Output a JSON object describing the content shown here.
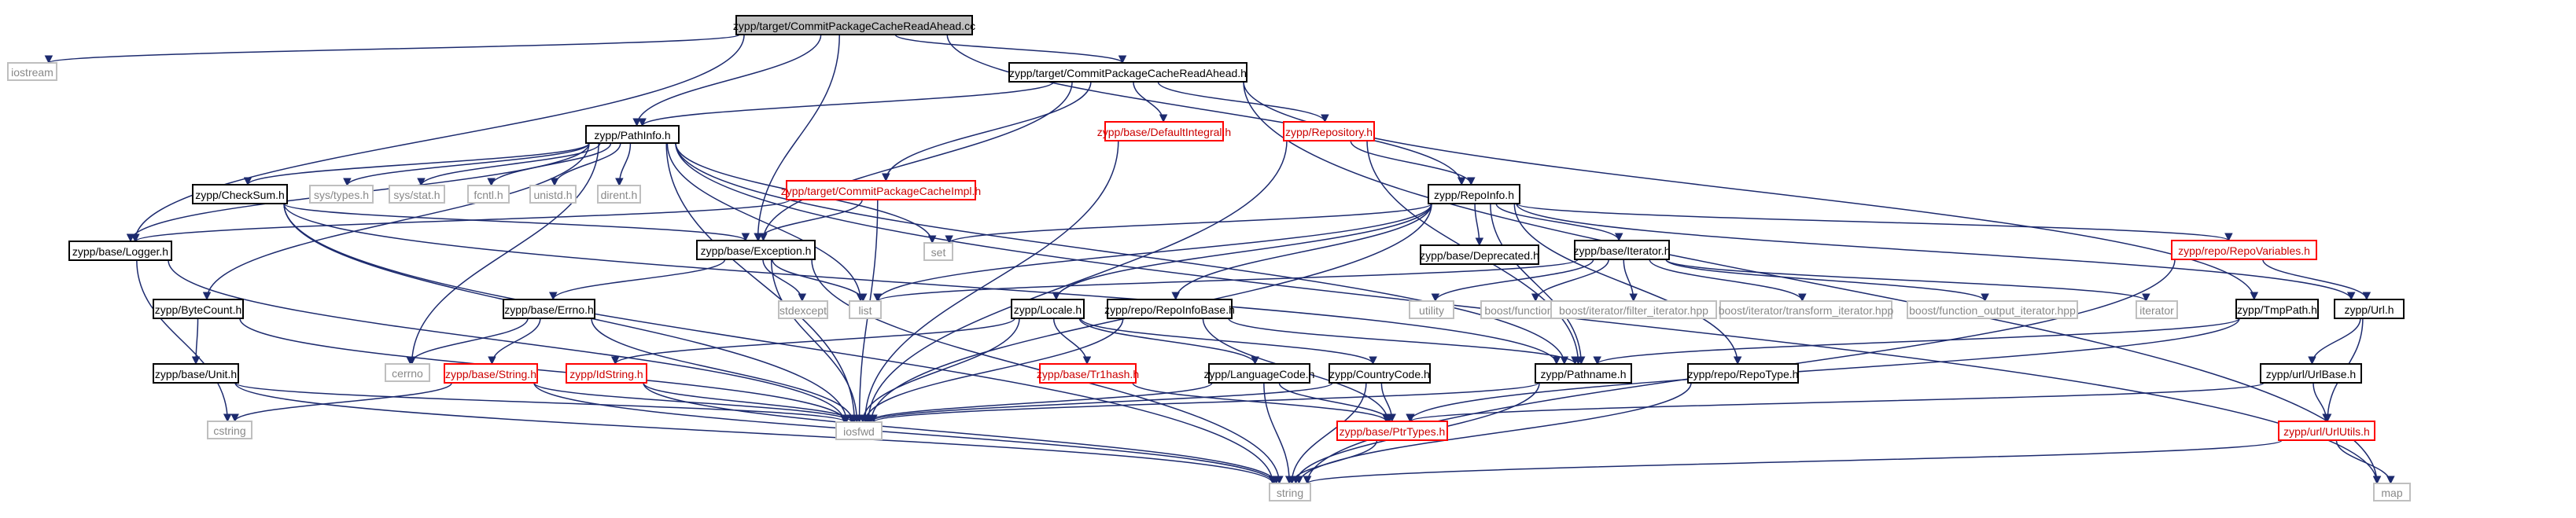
{
  "diagram": {
    "type": "include-dependency-graph",
    "edge_color": "#1c2a6e",
    "box_border_colors": {
      "standard": "#bfbfbf",
      "project": "#000000",
      "truncated": "#ff0000",
      "root_fill": "#bfbfbf"
    },
    "nodes": [
      {
        "id": "root",
        "label": "zypp/target/CommitPackageCacheReadAhead.cc",
        "kind": "root"
      },
      {
        "id": "iostream",
        "label": "iostream",
        "kind": "std"
      },
      {
        "id": "cprah",
        "label": "zypp/target/CommitPackageCacheReadAhead.h",
        "kind": "normal"
      },
      {
        "id": "pathinfo",
        "label": "zypp/PathInfo.h",
        "kind": "normal"
      },
      {
        "id": "defint",
        "label": "zypp/base/DefaultIntegral.h",
        "kind": "red"
      },
      {
        "id": "repository",
        "label": "zypp/Repository.h",
        "kind": "red"
      },
      {
        "id": "checksum",
        "label": "zypp/CheckSum.h",
        "kind": "normal"
      },
      {
        "id": "systypes",
        "label": "sys/types.h",
        "kind": "std"
      },
      {
        "id": "sysstat",
        "label": "sys/stat.h",
        "kind": "std"
      },
      {
        "id": "fcntl",
        "label": "fcntl.h",
        "kind": "std"
      },
      {
        "id": "unistd",
        "label": "unistd.h",
        "kind": "std"
      },
      {
        "id": "dirent",
        "label": "dirent.h",
        "kind": "std"
      },
      {
        "id": "cpcimpl",
        "label": "zypp/target/CommitPackageCacheImpl.h",
        "kind": "red"
      },
      {
        "id": "repoinfo",
        "label": "zypp/RepoInfo.h",
        "kind": "normal"
      },
      {
        "id": "logger",
        "label": "zypp/base/Logger.h",
        "kind": "normal"
      },
      {
        "id": "exception",
        "label": "zypp/base/Exception.h",
        "kind": "normal"
      },
      {
        "id": "set",
        "label": "set",
        "kind": "std"
      },
      {
        "id": "deprecated",
        "label": "zypp/base/Deprecated.h",
        "kind": "normal"
      },
      {
        "id": "iterator_h",
        "label": "zypp/base/Iterator.h",
        "kind": "normal"
      },
      {
        "id": "repovars",
        "label": "zypp/repo/RepoVariables.h",
        "kind": "red"
      },
      {
        "id": "bytecount",
        "label": "zypp/ByteCount.h",
        "kind": "normal"
      },
      {
        "id": "errno_h",
        "label": "zypp/base/Errno.h",
        "kind": "normal"
      },
      {
        "id": "stdexcept",
        "label": "stdexcept",
        "kind": "std"
      },
      {
        "id": "list",
        "label": "list",
        "kind": "std"
      },
      {
        "id": "locale",
        "label": "zypp/Locale.h",
        "kind": "normal"
      },
      {
        "id": "repoinfobase",
        "label": "zypp/repo/RepoInfoBase.h",
        "kind": "normal"
      },
      {
        "id": "utility",
        "label": "utility",
        "kind": "std"
      },
      {
        "id": "bfunctional",
        "label": "boost/functional.hpp",
        "kind": "std"
      },
      {
        "id": "bfilter",
        "label": "boost/iterator/filter_iterator.hpp",
        "kind": "std"
      },
      {
        "id": "btransform",
        "label": "boost/iterator/transform_iterator.hpp",
        "kind": "std"
      },
      {
        "id": "bfuncout",
        "label": "boost/function_output_iterator.hpp",
        "kind": "std"
      },
      {
        "id": "iterator",
        "label": "iterator",
        "kind": "std"
      },
      {
        "id": "tmppath",
        "label": "zypp/TmpPath.h",
        "kind": "normal"
      },
      {
        "id": "url",
        "label": "zypp/Url.h",
        "kind": "normal"
      },
      {
        "id": "unit",
        "label": "zypp/base/Unit.h",
        "kind": "normal"
      },
      {
        "id": "cerrno",
        "label": "cerrno",
        "kind": "std"
      },
      {
        "id": "string_h",
        "label": "zypp/base/String.h",
        "kind": "red"
      },
      {
        "id": "idstring",
        "label": "zypp/IdString.h",
        "kind": "red"
      },
      {
        "id": "tr1hash",
        "label": "zypp/base/Tr1hash.h",
        "kind": "red"
      },
      {
        "id": "langcode",
        "label": "zypp/LanguageCode.h",
        "kind": "normal"
      },
      {
        "id": "countrycode",
        "label": "zypp/CountryCode.h",
        "kind": "normal"
      },
      {
        "id": "pathname",
        "label": "zypp/Pathname.h",
        "kind": "normal"
      },
      {
        "id": "repotype",
        "label": "zypp/repo/RepoType.h",
        "kind": "normal"
      },
      {
        "id": "urlbase",
        "label": "zypp/url/UrlBase.h",
        "kind": "normal"
      },
      {
        "id": "cstring",
        "label": "cstring",
        "kind": "std"
      },
      {
        "id": "iosfwd",
        "label": "iosfwd",
        "kind": "std"
      },
      {
        "id": "ptrtypes",
        "label": "zypp/base/PtrTypes.h",
        "kind": "red"
      },
      {
        "id": "urlutils",
        "label": "zypp/url/UrlUtils.h",
        "kind": "red"
      },
      {
        "id": "string",
        "label": "string",
        "kind": "std"
      },
      {
        "id": "map",
        "label": "map",
        "kind": "std"
      }
    ],
    "edges": [
      [
        "root",
        "iostream"
      ],
      [
        "root",
        "cprah"
      ],
      [
        "root",
        "pathinfo"
      ],
      [
        "root",
        "repoinfo"
      ],
      [
        "root",
        "logger"
      ],
      [
        "root",
        "exception"
      ],
      [
        "cprah",
        "pathinfo"
      ],
      [
        "cprah",
        "defint"
      ],
      [
        "cprah",
        "repository"
      ],
      [
        "cprah",
        "cpcimpl"
      ],
      [
        "cprah",
        "exception"
      ],
      [
        "cprah",
        "tmppath"
      ],
      [
        "cprah",
        "map"
      ],
      [
        "pathinfo",
        "checksum"
      ],
      [
        "pathinfo",
        "systypes"
      ],
      [
        "pathinfo",
        "sysstat"
      ],
      [
        "pathinfo",
        "fcntl"
      ],
      [
        "pathinfo",
        "unistd"
      ],
      [
        "pathinfo",
        "dirent"
      ],
      [
        "pathinfo",
        "set"
      ],
      [
        "pathinfo",
        "list"
      ],
      [
        "pathinfo",
        "map"
      ],
      [
        "pathinfo",
        "logger"
      ],
      [
        "pathinfo",
        "bytecount"
      ],
      [
        "pathinfo",
        "cerrno"
      ],
      [
        "pathinfo",
        "iosfwd"
      ],
      [
        "pathinfo",
        "pathname"
      ],
      [
        "defint",
        "iosfwd"
      ],
      [
        "repository",
        "repoinfo"
      ],
      [
        "repository",
        "iosfwd"
      ],
      [
        "repository",
        "pathname"
      ],
      [
        "checksum",
        "exception"
      ],
      [
        "checksum",
        "pathname"
      ],
      [
        "checksum",
        "iosfwd"
      ],
      [
        "checksum",
        "string"
      ],
      [
        "cpcimpl",
        "logger"
      ],
      [
        "cpcimpl",
        "exception"
      ],
      [
        "cpcimpl",
        "iosfwd"
      ],
      [
        "repoinfo",
        "set"
      ],
      [
        "repoinfo",
        "list"
      ],
      [
        "repoinfo",
        "deprecated"
      ],
      [
        "repoinfo",
        "iterator_h"
      ],
      [
        "repoinfo",
        "repovars"
      ],
      [
        "repoinfo",
        "locale"
      ],
      [
        "repoinfo",
        "repoinfobase"
      ],
      [
        "repoinfo",
        "url"
      ],
      [
        "repoinfo",
        "repotype"
      ],
      [
        "repoinfo",
        "pathname"
      ],
      [
        "repoinfo",
        "iosfwd"
      ],
      [
        "logger",
        "iosfwd"
      ],
      [
        "logger",
        "cstring"
      ],
      [
        "exception",
        "list"
      ],
      [
        "exception",
        "stdexcept"
      ],
      [
        "exception",
        "errno_h"
      ],
      [
        "exception",
        "iosfwd"
      ],
      [
        "exception",
        "string"
      ],
      [
        "iterator_h",
        "utility"
      ],
      [
        "iterator_h",
        "bfunctional"
      ],
      [
        "iterator_h",
        "bfilter"
      ],
      [
        "iterator_h",
        "btransform"
      ],
      [
        "iterator_h",
        "bfuncout"
      ],
      [
        "iterator_h",
        "iterator"
      ],
      [
        "iterator_h",
        "list"
      ],
      [
        "repovars",
        "string"
      ],
      [
        "repovars",
        "url"
      ],
      [
        "bytecount",
        "unit"
      ],
      [
        "bytecount",
        "iosfwd"
      ],
      [
        "errno_h",
        "cerrno"
      ],
      [
        "errno_h",
        "string_h"
      ],
      [
        "errno_h",
        "iosfwd"
      ],
      [
        "locale",
        "idstring"
      ],
      [
        "locale",
        "tr1hash"
      ],
      [
        "locale",
        "langcode"
      ],
      [
        "locale",
        "countrycode"
      ],
      [
        "locale",
        "iosfwd"
      ],
      [
        "repoinfobase",
        "pathname"
      ],
      [
        "repoinfobase",
        "ptrtypes"
      ],
      [
        "repoinfobase",
        "iosfwd"
      ],
      [
        "tmppath",
        "pathname"
      ],
      [
        "tmppath",
        "ptrtypes"
      ],
      [
        "url",
        "urlbase"
      ],
      [
        "url",
        "urlutils"
      ],
      [
        "unit",
        "iosfwd"
      ],
      [
        "unit",
        "string"
      ],
      [
        "string_h",
        "iosfwd"
      ],
      [
        "string_h",
        "cstring"
      ],
      [
        "string_h",
        "string"
      ],
      [
        "idstring",
        "iosfwd"
      ],
      [
        "idstring",
        "string"
      ],
      [
        "tr1hash",
        "ptrtypes"
      ],
      [
        "langcode",
        "iosfwd"
      ],
      [
        "langcode",
        "string"
      ],
      [
        "langcode",
        "ptrtypes"
      ],
      [
        "countrycode",
        "iosfwd"
      ],
      [
        "countrycode",
        "string"
      ],
      [
        "countrycode",
        "ptrtypes"
      ],
      [
        "pathname",
        "iosfwd"
      ],
      [
        "pathname",
        "string"
      ],
      [
        "repotype",
        "string"
      ],
      [
        "urlbase",
        "ptrtypes"
      ],
      [
        "urlbase",
        "urlutils"
      ],
      [
        "ptrtypes",
        "string"
      ],
      [
        "urlutils",
        "string"
      ],
      [
        "urlutils",
        "map"
      ]
    ]
  }
}
